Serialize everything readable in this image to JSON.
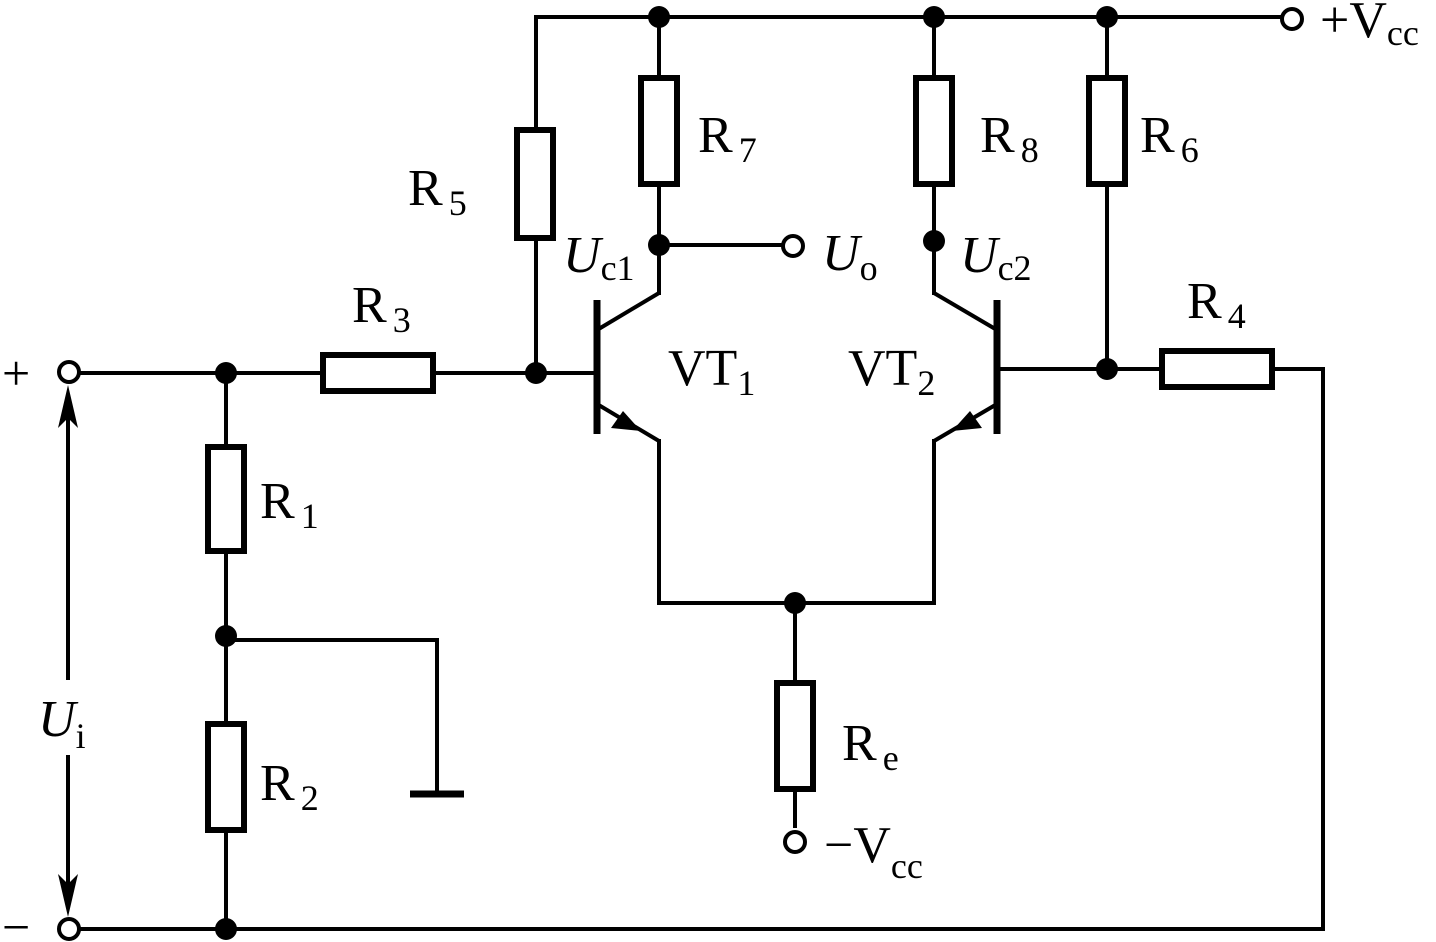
{
  "supply": {
    "positive": "+V",
    "negative": "−V",
    "sub": "cc"
  },
  "resistors": {
    "r1": {
      "base": "R",
      "sub": "1"
    },
    "r2": {
      "base": "R",
      "sub": "2"
    },
    "r3": {
      "base": "R",
      "sub": "3"
    },
    "r4": {
      "base": "R",
      "sub": "4"
    },
    "r5": {
      "base": "R",
      "sub": "5"
    },
    "r6": {
      "base": "R",
      "sub": "6"
    },
    "r7": {
      "base": "R",
      "sub": "7"
    },
    "r8": {
      "base": "R",
      "sub": "8"
    },
    "re": {
      "base": "R",
      "sub": "e"
    }
  },
  "transistors": {
    "vt1": {
      "base": "VT",
      "sub": "1"
    },
    "vt2": {
      "base": "VT",
      "sub": "2"
    }
  },
  "nodes": {
    "uc1": {
      "base": "U",
      "sub": "c1"
    },
    "uc2": {
      "base": "U",
      "sub": "c2"
    },
    "uo": {
      "base": "U",
      "sub": "o"
    }
  },
  "input": {
    "base": "U",
    "sub": "i",
    "plus": "+",
    "minus": "−"
  }
}
